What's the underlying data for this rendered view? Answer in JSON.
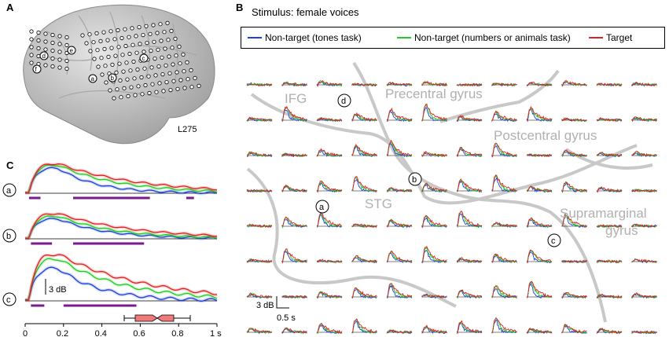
{
  "panels": {
    "a": "A",
    "b": "B",
    "c": "C"
  },
  "brain": {
    "subject_label": "L275",
    "electrode_markers": [
      "f",
      "e",
      "d",
      "a",
      "b",
      "c"
    ]
  },
  "stimulus_title": "Stimulus: female voices",
  "legend": [
    {
      "label": "Non-target (tones task)",
      "color": "#1f3fd6"
    },
    {
      "label": "Non-target (numbers or animals task)",
      "color": "#22cc22"
    },
    {
      "label": "Target",
      "color": "#e02020"
    }
  ],
  "regions": {
    "ifg": "IFG",
    "precentral": "Precentral gyrus",
    "postcentral": "Postcentral gyrus",
    "stg": "STG",
    "supramarginal_1": "Supramarginal",
    "supramarginal_2": "gyrus"
  },
  "grid_markers": {
    "d": "d",
    "b": "b",
    "a": "a",
    "c": "c"
  },
  "grid_scale": {
    "db": "3 dB",
    "time": "0.5 s"
  },
  "panel_c": {
    "rows": [
      "a",
      "b",
      "c"
    ],
    "scale_bar": "3 dB",
    "x_ticks": [
      "0",
      "0.2",
      "0.4",
      "0.6",
      "0.8",
      "1 s"
    ]
  },
  "colors": {
    "blue": "#1f3fd6",
    "green": "#22cc22",
    "red": "#e02020",
    "purple": "#7a1a8c",
    "gray": "#c4c4c4"
  }
}
